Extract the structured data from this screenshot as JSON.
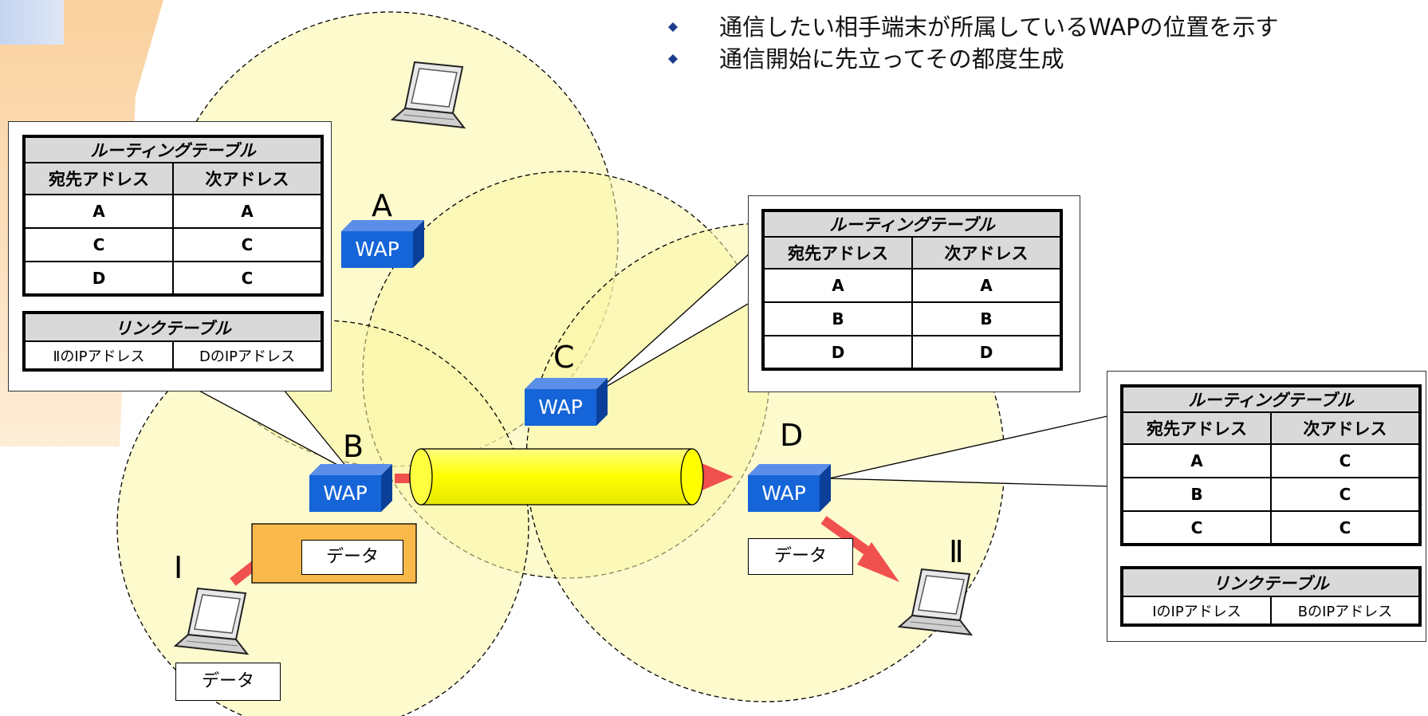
{
  "bullets": [
    "通信したい相手端末が所属しているWAPの位置を示す",
    "通信開始に先立ってその都度生成"
  ],
  "colors": {
    "coverage_fill": "#fbf6a6",
    "wap_blue": "#1565d8",
    "arrow_red": "#f0504e",
    "tunnel_yellow": "#ffff00",
    "packet_orange": "#f9b94a",
    "accent_orange": "#f7b96c",
    "accent_blue": "#c4d4f0"
  },
  "nodes": {
    "A": {
      "label": "A",
      "wap": "WAP"
    },
    "B": {
      "label": "B",
      "wap": "WAP"
    },
    "C": {
      "label": "C",
      "wap": "WAP"
    },
    "D": {
      "label": "D",
      "wap": "WAP"
    }
  },
  "terminals": {
    "one": "Ⅰ",
    "two": "Ⅱ"
  },
  "data_label": "データ",
  "tables": {
    "B": {
      "routing_title": "ルーティングテーブル",
      "col_dest": "宛先アドレス",
      "col_next": "次アドレス",
      "rows": [
        [
          "A",
          "A"
        ],
        [
          "C",
          "C"
        ],
        [
          "D",
          "C"
        ]
      ],
      "link_title": "リンクテーブル",
      "link_row": [
        "ⅡのIPアドレス",
        "DのIPアドレス"
      ]
    },
    "C": {
      "routing_title": "ルーティングテーブル",
      "col_dest": "宛先アドレス",
      "col_next": "次アドレス",
      "rows": [
        [
          "A",
          "A"
        ],
        [
          "B",
          "B"
        ],
        [
          "D",
          "D"
        ]
      ]
    },
    "D": {
      "routing_title": "ルーティングテーブル",
      "col_dest": "宛先アドレス",
      "col_next": "次アドレス",
      "rows": [
        [
          "A",
          "C"
        ],
        [
          "B",
          "C"
        ],
        [
          "C",
          "C"
        ]
      ],
      "link_title": "リンクテーブル",
      "link_row": [
        "ⅠのIPアドレス",
        "BのIPアドレス"
      ]
    }
  }
}
